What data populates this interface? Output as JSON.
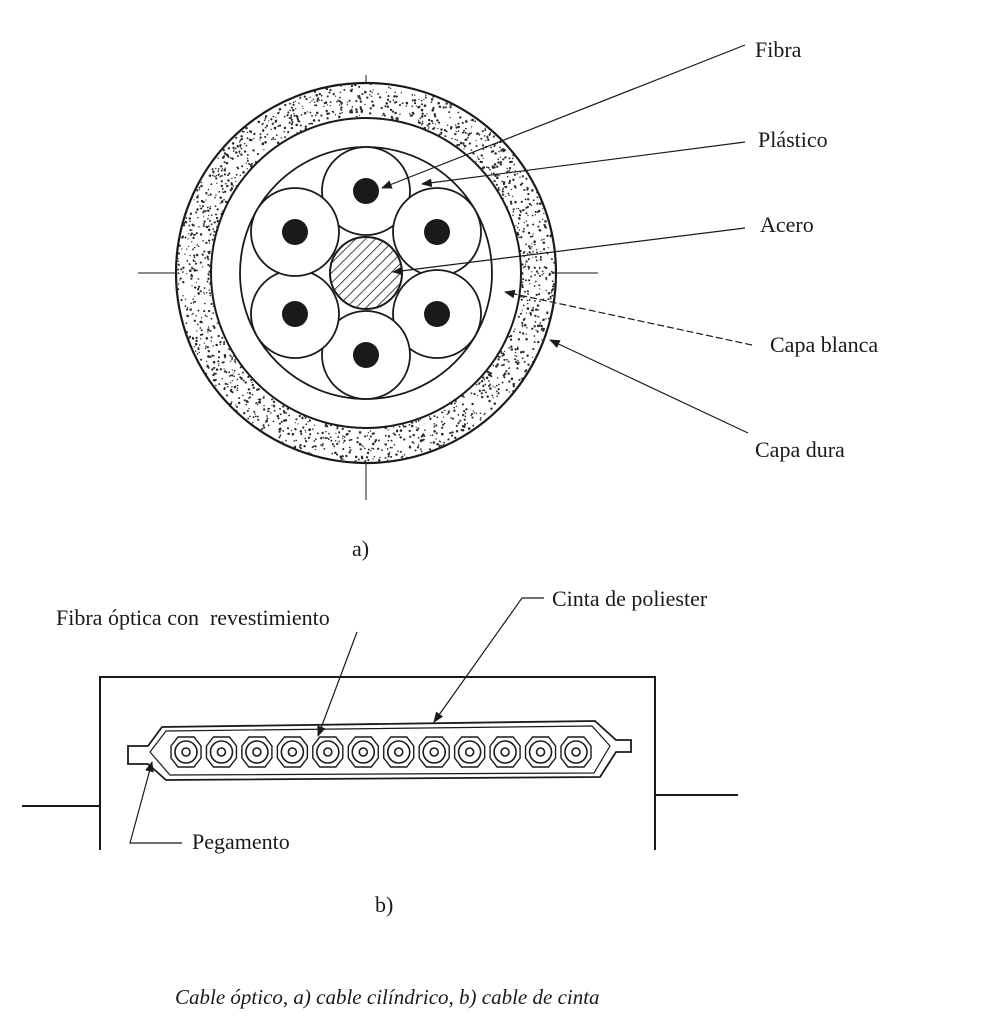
{
  "figure_a": {
    "sub_caption": "a)",
    "labels": {
      "fibra": "Fibra",
      "plastico": "Plástico",
      "acero": "Acero",
      "capa_blanca": "Capa blanca",
      "capa_dura": "Capa dura"
    }
  },
  "figure_b": {
    "sub_caption": "b)",
    "labels": {
      "fibra_optica": "Fibra óptica con  revestimiento",
      "cinta": "Cinta de poliester",
      "pegamento": "Pegamento"
    },
    "fiber_count": 12
  },
  "caption": "Cable óptico, a) cable cilíndrico, b) cable de cinta",
  "colors": {
    "ink": "#1a1a1a",
    "stipple": "#2a2a2a",
    "paper": "#ffffff"
  }
}
